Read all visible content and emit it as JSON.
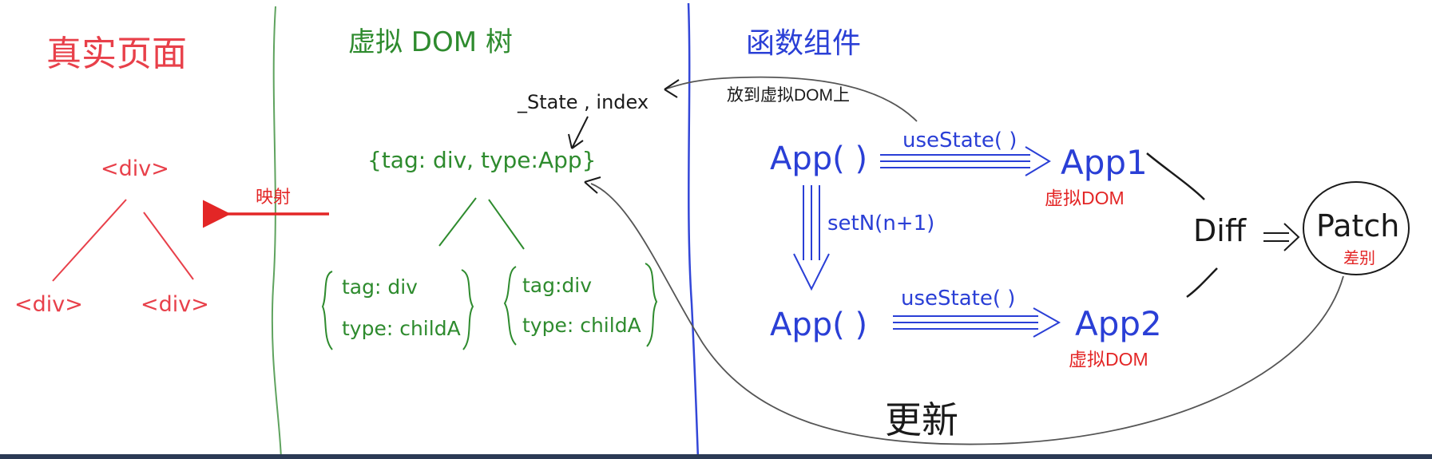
{
  "colors": {
    "red": "#e8404a",
    "green": "#2e8b2e",
    "blue": "#2a3fd6",
    "ink": "#1a1a1a",
    "arrow_red": "#e32626",
    "footer": "#2b3a55"
  },
  "sections": {
    "real_page": {
      "title": "真实页面",
      "root_node": "<div>",
      "left_child": "<div>",
      "right_child": "<div>"
    },
    "mapping_label": "映射",
    "virtual_dom": {
      "title": "虚拟 DOM 树",
      "state_note": "_State , index",
      "root_node": "{tag: div, type:App}",
      "child_a": {
        "tag": "tag: div",
        "type": "type: childA"
      },
      "child_b": {
        "tag": "tag:div",
        "type": "type: childA"
      }
    },
    "function_component": {
      "title": "函数组件",
      "place_note": "放到虚拟DOM上",
      "app_top": "App(    )",
      "app_bottom": "App(    )",
      "use_state_top": "useState( )",
      "use_state_bottom": "useState( )",
      "set_n": "setN(n+1)",
      "app1": "App1",
      "app2": "App2",
      "vdom_label_1": "虚拟DOM",
      "vdom_label_2": "虚拟DOM",
      "diff": "Diff",
      "patch": "Patch",
      "patch_note": "差别",
      "update": "更新"
    }
  }
}
